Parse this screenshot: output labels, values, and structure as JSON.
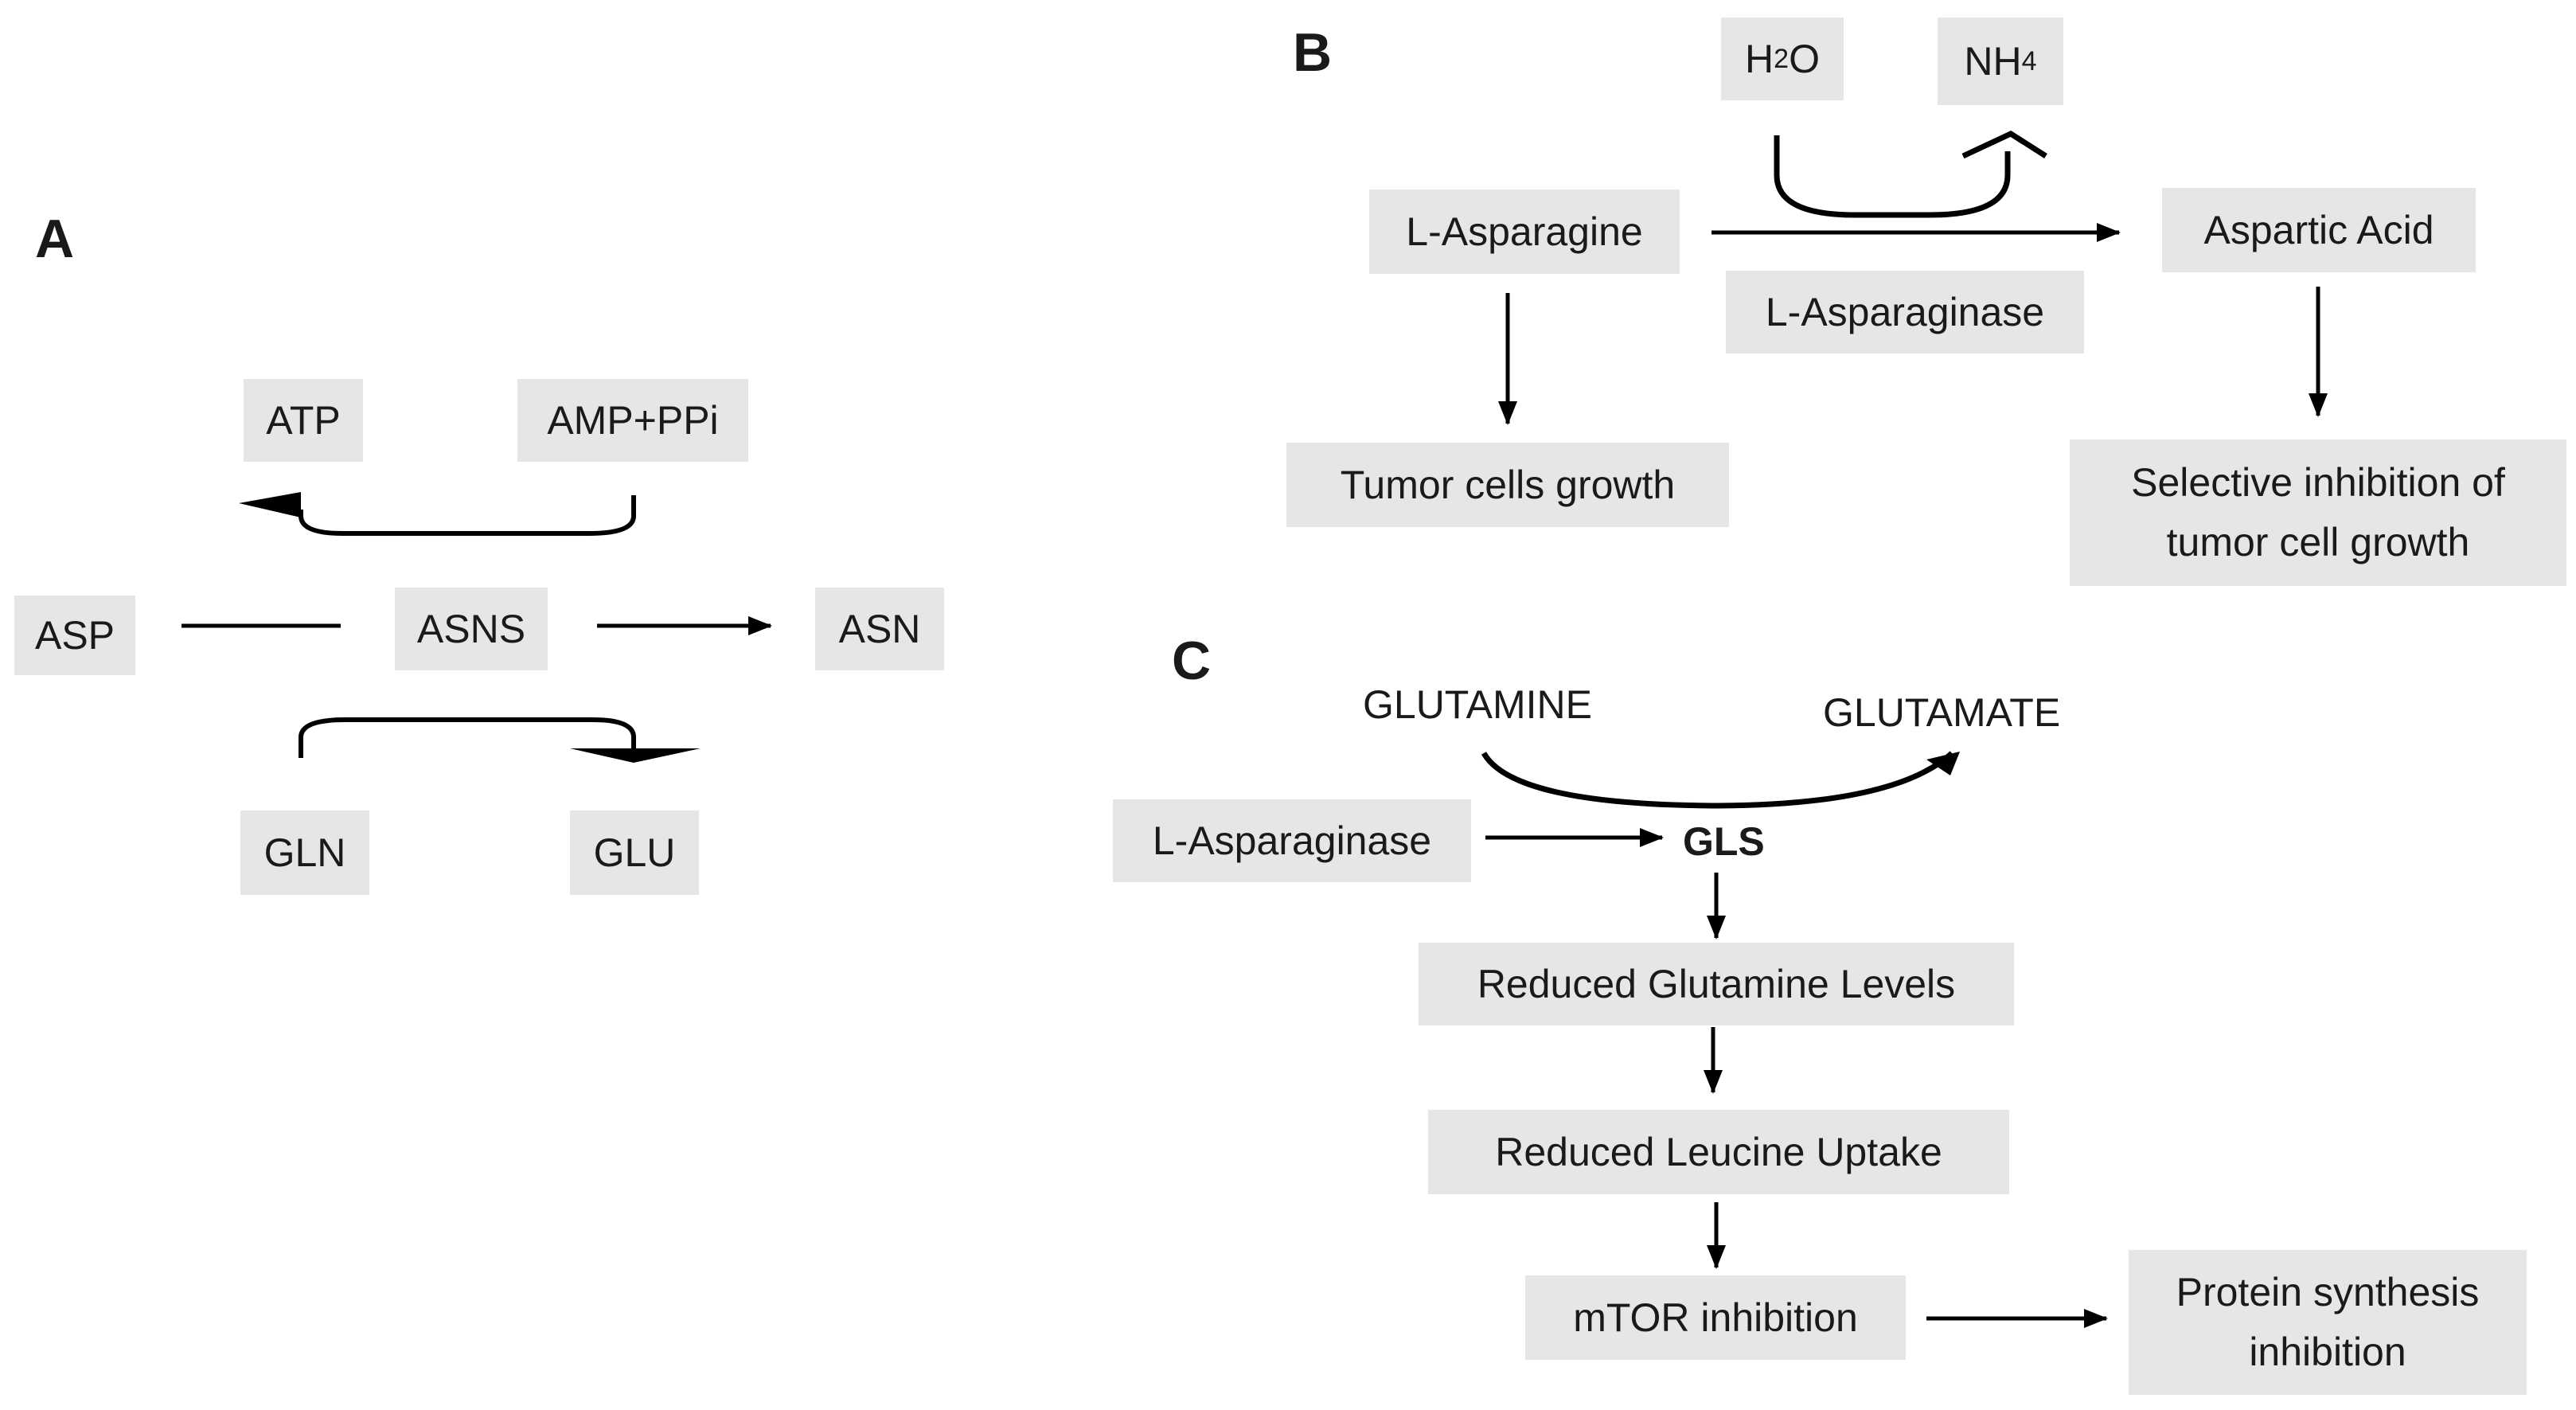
{
  "panels": {
    "a": {
      "letter": "A"
    },
    "b": {
      "letter": "B"
    },
    "c": {
      "letter": "C"
    }
  },
  "panel_a": {
    "atp": "ATP",
    "amp_ppi": "AMP+PPi",
    "asp": "ASP",
    "asns": "ASNS",
    "asn": "ASN",
    "gln": "GLN",
    "glu": "GLU"
  },
  "panel_b": {
    "water": {
      "base": "H",
      "sub": "2",
      "rest": "O"
    },
    "ammonium": {
      "base": "NH",
      "sub": "4"
    },
    "l_asparagine": "L-Asparagine",
    "aspartic_acid": "Aspartic Acid",
    "l_asparaginase": "L-Asparaginase",
    "tumor_growth": "Tumor cells growth",
    "selective_inhibition": {
      "line1": "Selective inhibition of",
      "line2": "tumor cell growth"
    }
  },
  "panel_c": {
    "glutamine": "GLUTAMINE",
    "glutamate": "GLUTAMATE",
    "l_asparaginase": "L-Asparaginase",
    "gls": "GLS",
    "reduced_glutamine": "Reduced Glutamine Levels",
    "reduced_leucine": "Reduced Leucine Uptake",
    "mtor": "mTOR inhibition",
    "protein_synthesis": {
      "line1": "Protein synthesis",
      "line2": "inhibition"
    }
  }
}
